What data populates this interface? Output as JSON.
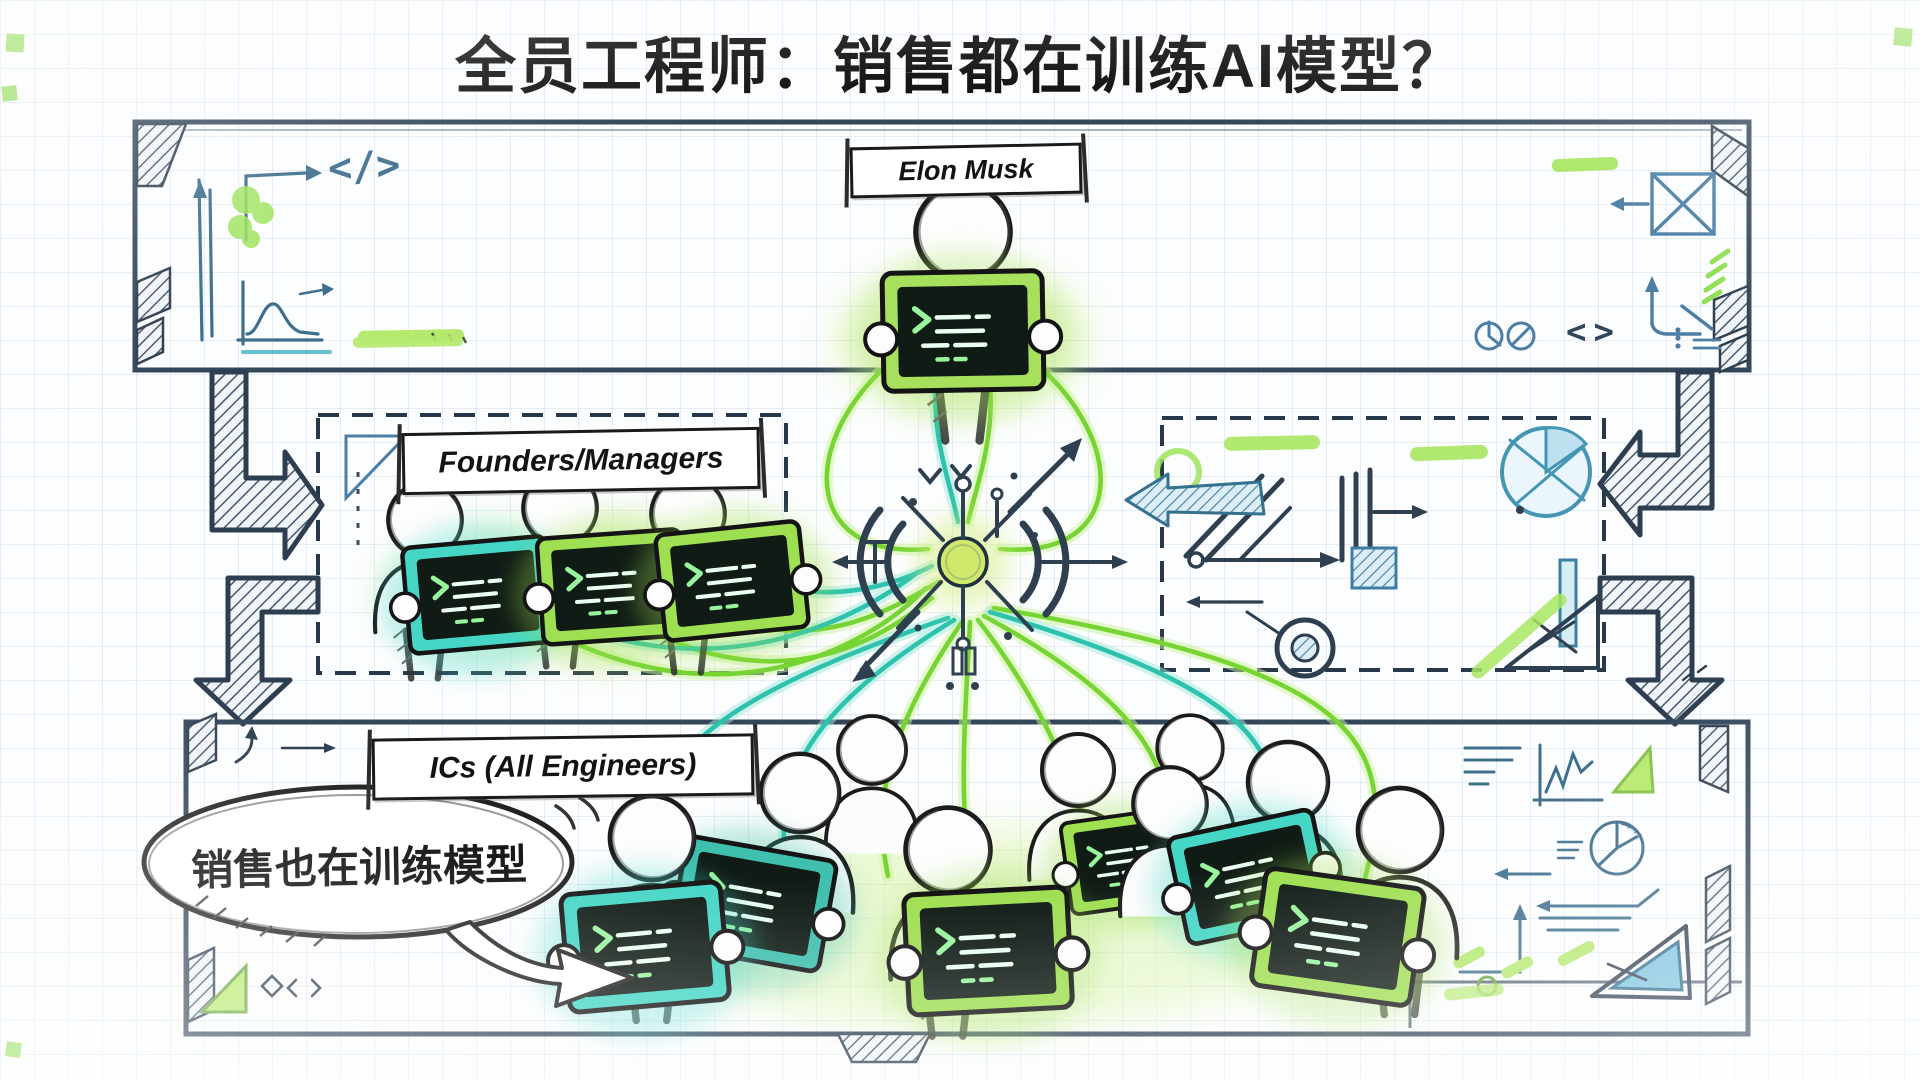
{
  "title": "全员工程师：销售都在训练AI模型？",
  "top_section": {
    "label": "Elon Musk",
    "figure_count": 1
  },
  "middle_section": {
    "label": "Founders/Managers",
    "figure_count": 3
  },
  "bottom_section": {
    "label": "ICs (All Engineers)",
    "figure_count": 9
  },
  "speech_bubble": {
    "text": "销售也在训练模型"
  },
  "decorations": {
    "code_icon": "</>",
    "angle_brackets_icon": "<>"
  },
  "colors": {
    "ink": "#2e3f50",
    "sketch_black": "#1a1a1a",
    "flow_green": "#76d433",
    "flow_teal": "#2cc2ad",
    "highlight_green": "#a8e761",
    "tablet_teal": "#45d6c6",
    "tablet_green": "#9fdf52",
    "screen_bg": "#101b15",
    "screen_text": "#98f59d",
    "doodle_blue": "#4a86a8",
    "paper": "#fcfdfe"
  }
}
